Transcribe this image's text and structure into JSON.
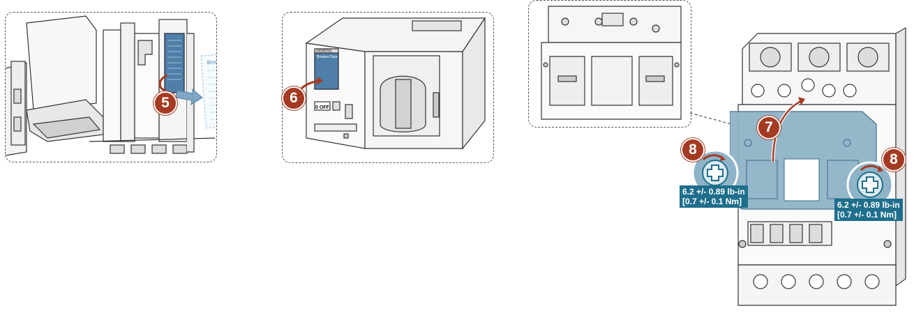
{
  "steps": {
    "step5": "5",
    "step6": "6",
    "step7": "7",
    "step8_left": "8",
    "step8_right": "8"
  },
  "labels": {
    "breaker_data_card": "Breaker Data",
    "breaker_data_small": "Breaker Data",
    "brand": "SIEMENS",
    "off_label": "0 OFF"
  },
  "torque": {
    "left_line1": "6.2 +/- 0.89 lb-in",
    "left_line2": "[0.7 +/- 0.1 Nm]",
    "right_line1": "6.2 +/- 0.89 lb-in",
    "right_line2": "[0.7 +/- 0.1 Nm]"
  },
  "colors": {
    "step_badge": "#a53a22",
    "cover_blue": "#8fb4c8",
    "torque_box": "#1e6e8c",
    "label_blue": "#4f7fa8"
  }
}
